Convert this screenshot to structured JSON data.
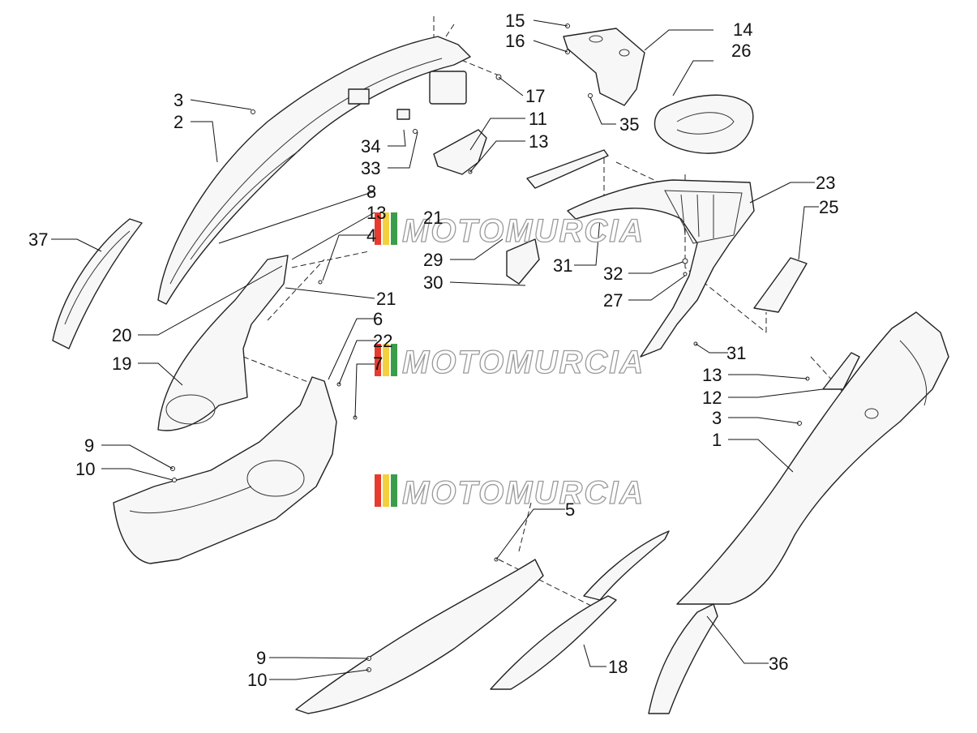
{
  "watermark": {
    "text": "MOTOMURCIA",
    "stripe_colors": [
      "#e63b2e",
      "#f4d03f",
      "#3a9d4a"
    ]
  },
  "callouts": {
    "c15": "15",
    "c16": "16",
    "c14": "14",
    "c26": "26",
    "c3a": "3",
    "c2": "2",
    "c17": "17",
    "c11": "11",
    "c13a": "13",
    "c34": "34",
    "c33": "33",
    "c35": "35",
    "c37": "37",
    "c8": "8",
    "c13b": "13",
    "c4": "4",
    "c21a": "21",
    "c29": "29",
    "c30": "30",
    "c31a": "31",
    "c23": "23",
    "c25": "25",
    "c32": "32",
    "c27": "27",
    "c21b": "21",
    "c20": "20",
    "c19": "19",
    "c6": "6",
    "c22": "22",
    "c7": "7",
    "c31b": "31",
    "c13c": "13",
    "c12": "12",
    "c3b": "3",
    "c1": "1",
    "c9a": "9",
    "c10a": "10",
    "c5": "5",
    "c9b": "9",
    "c10b": "10",
    "c18": "18",
    "c36": "36"
  }
}
